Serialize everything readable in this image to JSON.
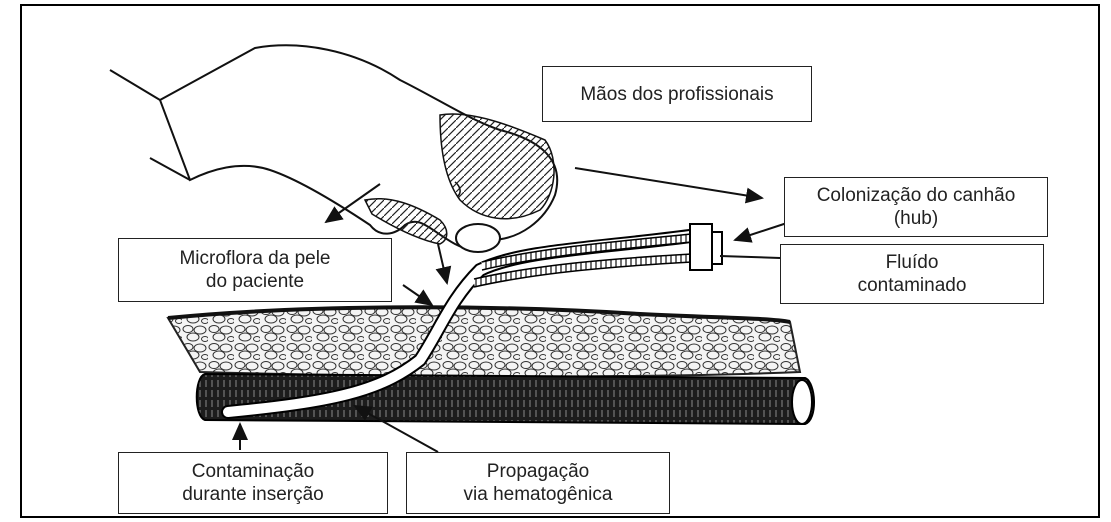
{
  "labels": {
    "hands": "Mãos dos profissionais",
    "hub": "Colonização do canhão\n(hub)",
    "skin": "Microflora da pele\ndo paciente",
    "fluid": "Fluído\ncontaminado",
    "insertion": "Contaminação\ndurante inserção",
    "hematogenous": "Propagação\nvia hematogênica"
  }
}
